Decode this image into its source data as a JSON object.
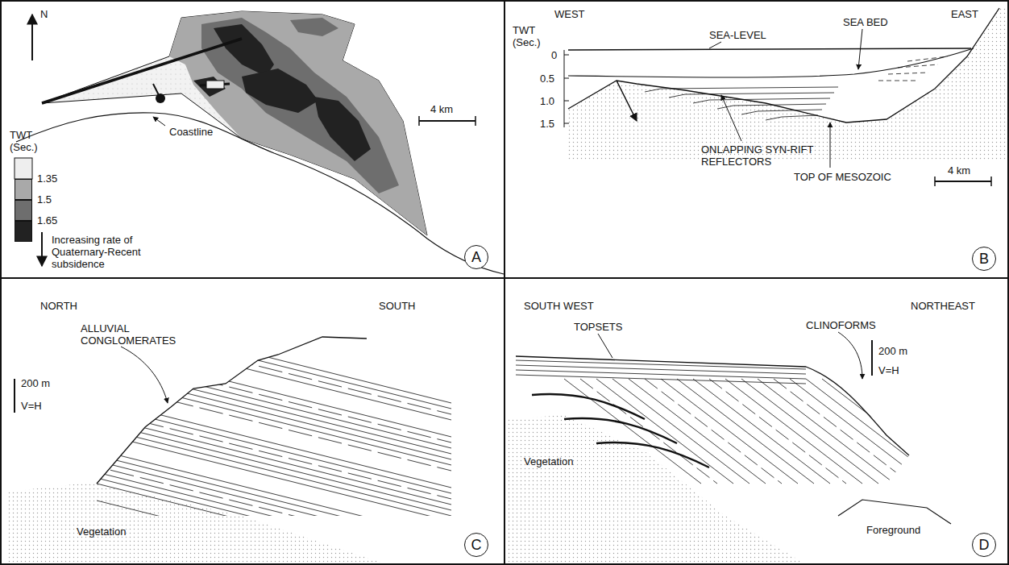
{
  "diagram": {
    "nodes": [
      {
        "text": [
          "A"
        ]
      },
      {
        "text": [
          "B"
        ]
      },
      {
        "text": [
          "C"
        ]
      },
      {
        "text": [
          "D"
        ]
      }
    ],
    "labels": [
      "N",
      "4 km",
      "TWT (Sec.)",
      "Coastline",
      "Increasing rate of Quaternary-Recent subsidence",
      "WEST",
      "EAST",
      "TWT (Sec.)",
      "0",
      "0.5",
      "1.0",
      "1.5",
      "SEA-LEVEL",
      "SEA BED",
      "ONLAPPING SYN-RIFT REFLECTORS",
      "TOP OF MESOZOIC",
      "4 km",
      "NORTH",
      "SOUTH",
      "ALLUVIAL CONGLOMERATES",
      "200 m",
      "V=H",
      "Vegetation",
      "SOUTH WEST",
      "NORTHEAST",
      "TOPSETS",
      "CLINOFORMS",
      "200 m",
      "V=H",
      "Vegetation",
      "Foreground"
    ],
    "legend": [
      {
        "text": "1.35",
        "color": "#a9a9a9"
      },
      {
        "text": "1.5",
        "color": "#6e6e6e"
      },
      {
        "text": "1.65",
        "color": "#222222"
      }
    ]
  }
}
